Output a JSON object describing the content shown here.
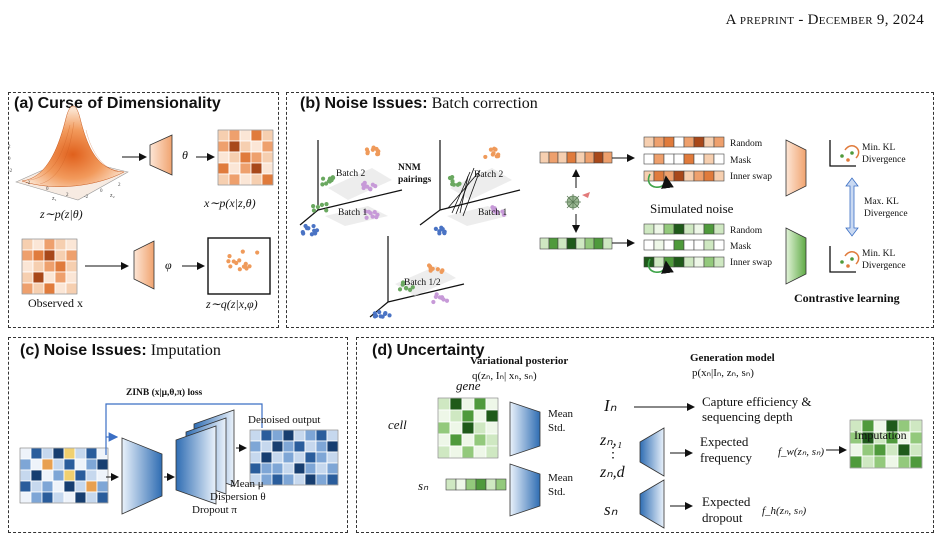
{
  "header": {
    "text": "A preprint - December 9, 2024"
  },
  "panel_a": {
    "title_tag": "(a)",
    "title_bold": "Curse of Dimensionality",
    "prior_label": "z∼p(z|θ)",
    "theta": "θ",
    "x_label": "x∼p(x|z,θ)",
    "observed": "Observed x",
    "phi": "φ",
    "q_label": "z∼q(z|x,φ)",
    "axis_ticks": [
      "-2",
      "0",
      "2",
      "-2",
      "0",
      "2",
      "-2",
      "0",
      "2"
    ],
    "axis_names": [
      "z₁",
      "z₂"
    ]
  },
  "panel_b": {
    "title_tag": "(b)",
    "title_bold": "Noise Issues:",
    "title_rest": "Batch correction",
    "batch2": "Batch 2",
    "batch1": "Batch 1",
    "batch12": "Batch 1/2",
    "nnm": "NNM pairings",
    "top_rows": [
      "Random",
      "Mask",
      "Inner swap"
    ],
    "bottom_rows": [
      "Random",
      "Mask",
      "Inner swap"
    ],
    "simulated": "Simulated noise",
    "min_kl_top": "Min. KL Divergence",
    "max_kl": "Max. KL Divergence",
    "min_kl_bottom": "Min. KL Divergence",
    "contrastive": "Contrastive learning"
  },
  "panel_c": {
    "title_tag": "(c)",
    "title_bold": "Noise Issues:",
    "title_rest": "Imputation",
    "zinb": "ZINB (x|μ,θ,π) loss",
    "denoised": "Denoised output",
    "mean": "Mean μ",
    "dispersion": "Dispersion θ",
    "dropout": "Dropout π"
  },
  "panel_d": {
    "title_tag": "(d)",
    "title_bold": "Uncertainty",
    "var_post": "Variational posterior",
    "var_post_formula": "q(zₙ, Iₙ| xₙ, sₙ)",
    "gen_model": "Generation model",
    "gen_formula": "p(xₙ|Iₙ, zₙ, sₙ)",
    "gene": "gene",
    "cell": "cell",
    "mean_std_1": [
      "Mean",
      "Std."
    ],
    "mean_std_2": [
      "Mean",
      "Std."
    ],
    "sn_left": "sₙ",
    "In": "Iₙ",
    "capture": [
      "Capture efficiency &",
      "sequencing depth"
    ],
    "zn1": "zₙ,₁",
    "znd": "zₙ,d",
    "vdots": "⋮",
    "expected_freq": [
      "Expected",
      "frequency"
    ],
    "fw": "f_w(zₙ, sₙ)",
    "sn_right": "sₙ",
    "expected_drop": [
      "Expected",
      "dropout"
    ],
    "fh": "f_h(zₙ, sₙ)",
    "imputation": "Imputation"
  },
  "colors": {
    "orange": "#e07b3c",
    "orange_light": "#f6cfb0",
    "green": "#4f9a3c",
    "green_light": "#cfe8c2",
    "blue": "#2a5d9c",
    "blue_light": "#c6d8ee"
  }
}
